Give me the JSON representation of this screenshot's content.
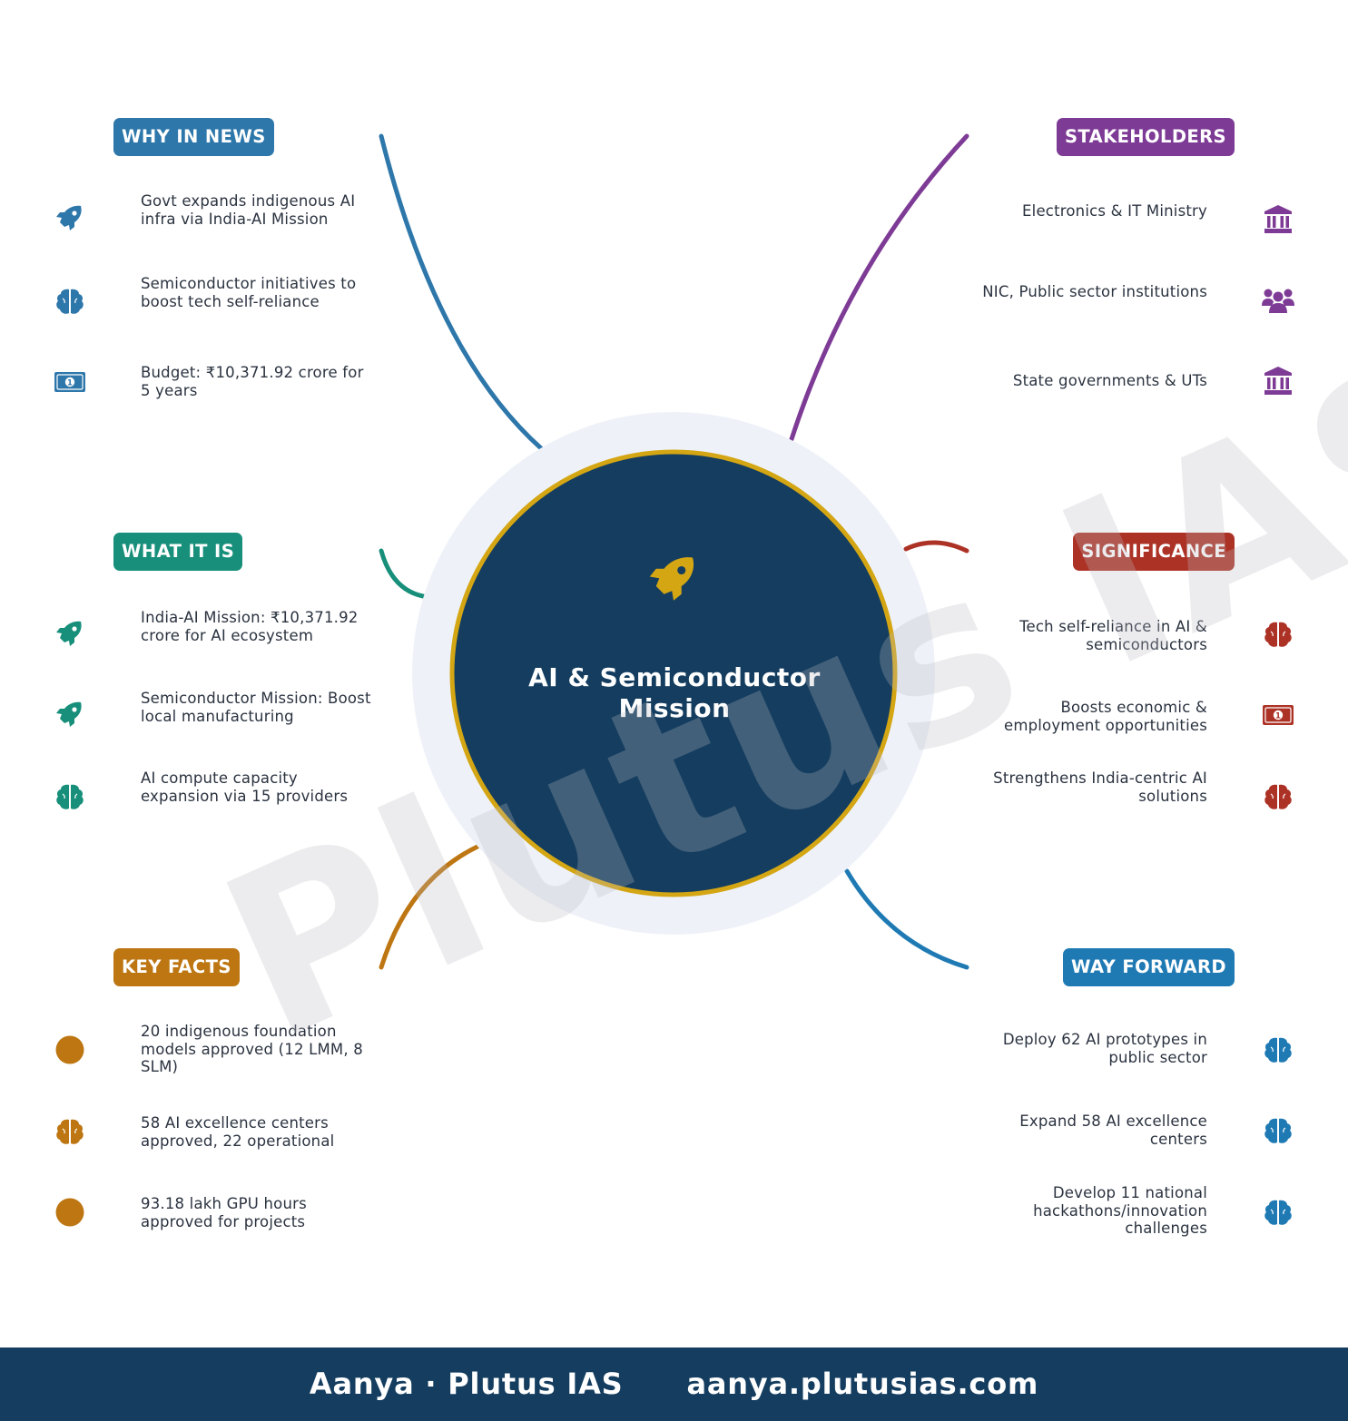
{
  "center": {
    "title": "AI & Semiconductor Mission",
    "icon": "rocket-icon",
    "fill_color": "#143d5f",
    "ring_color": "#d4a614",
    "halo_color": "#eef2f8"
  },
  "watermark": "Plutus IAS",
  "sections": {
    "why_in_news": {
      "label": "WHY IN NEWS",
      "color": "#2e77aa",
      "items": [
        {
          "text": "Govt expands indigenous AI infra via India-AI Mission",
          "icon": "rocket-icon"
        },
        {
          "text": "Semiconductor initiatives to boost tech self-reliance",
          "icon": "brain-icon"
        },
        {
          "text": "Budget: ₹10,371.92 crore for 5 years",
          "icon": "money-bill-icon"
        }
      ]
    },
    "what_it_is": {
      "label": "WHAT IT IS",
      "color": "#178f7a",
      "items": [
        {
          "text": "India-AI Mission: ₹10,371.92 crore for AI ecosystem",
          "icon": "rocket-icon"
        },
        {
          "text": "Semiconductor Mission: Boost local manufacturing",
          "icon": "rocket-icon"
        },
        {
          "text": "AI compute capacity expansion via 15 providers",
          "icon": "brain-icon"
        }
      ]
    },
    "key_facts": {
      "label": "KEY FACTS",
      "color": "#bd7612",
      "items": [
        {
          "text": "20 indigenous foundation models approved (12 LMM, 8 SLM)",
          "icon": "circle-icon"
        },
        {
          "text": "58 AI excellence centers approved, 22 operational",
          "icon": "brain-icon"
        },
        {
          "text": "93.18 lakh GPU hours approved for projects",
          "icon": "circle-icon"
        }
      ]
    },
    "stakeholders": {
      "label": "STAKEHOLDERS",
      "color": "#7e3b96",
      "items": [
        {
          "text": "Electronics & IT Ministry",
          "icon": "landmark-icon"
        },
        {
          "text": "NIC, Public sector institutions",
          "icon": "users-icon"
        },
        {
          "text": "State governments & UTs",
          "icon": "landmark-icon"
        }
      ]
    },
    "significance": {
      "label": "SIGNIFICANCE",
      "color": "#ad3226",
      "items": [
        {
          "text": "Tech self-reliance in AI & semiconductors",
          "icon": "brain-icon"
        },
        {
          "text": "Boosts economic & employment opportunities",
          "icon": "money-bill-icon"
        },
        {
          "text": "Strengthens India-centric AI solutions",
          "icon": "brain-icon"
        }
      ]
    },
    "way_forward": {
      "label": "WAY FORWARD",
      "color": "#1f7ab4",
      "items": [
        {
          "text": "Deploy 62 AI prototypes in public sector",
          "icon": "brain-icon"
        },
        {
          "text": "Expand 58 AI excellence centers",
          "icon": "brain-icon"
        },
        {
          "text": "Develop 11 national hackathons/innovation challenges",
          "icon": "brain-icon"
        }
      ]
    }
  },
  "footer": {
    "brand": "Aanya · Plutus IAS",
    "url": "aanya.plutusias.com",
    "background": "#143d5f"
  }
}
